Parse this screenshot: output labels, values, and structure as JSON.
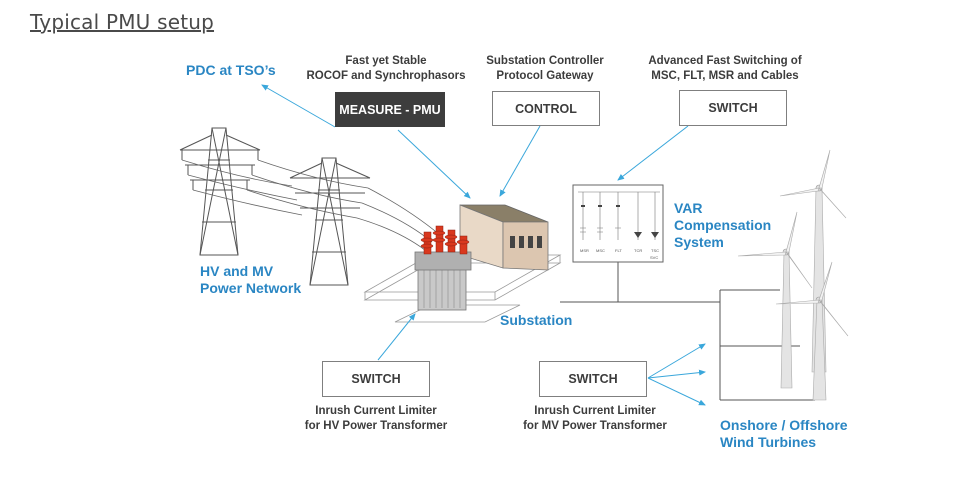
{
  "title": "Typical PMU setup",
  "captions": {
    "measure": [
      "Fast yet Stable",
      "ROCOF and Synchrophasors"
    ],
    "control": [
      "Substation Controller",
      "Protocol Gateway"
    ],
    "switch_top": [
      "Advanced Fast Switching of",
      "MSC, FLT, MSR and Cables"
    ],
    "switch_hv": [
      "Inrush Current Limiter",
      "for HV Power Transformer"
    ],
    "switch_mv": [
      "Inrush Current Limiter",
      "for MV Power Transformer"
    ]
  },
  "boxes": {
    "measure": "MEASURE - PMU",
    "control": "CONTROL",
    "switch_top": "SWITCH",
    "switch_hv": "SWITCH",
    "switch_mv": "SWITCH"
  },
  "labels": {
    "pdc": "PDC at TSO’s",
    "network": [
      "HV and MV",
      "Power Network"
    ],
    "var": [
      "VAR",
      "Compensation",
      "System"
    ],
    "substation": "Substation",
    "wind": [
      "Onshore / Offshore",
      "Wind Turbines"
    ]
  },
  "svc": {
    "branches": [
      "MSR",
      "MSC",
      "FLT",
      "TCR",
      "TSC"
    ],
    "tag": "SVC"
  },
  "colors": {
    "accent_blue": "#2a86c3",
    "arrow_blue": "#3aa7db",
    "dark_box": "#3d3d3d",
    "insulator_red": "#d9381e"
  }
}
